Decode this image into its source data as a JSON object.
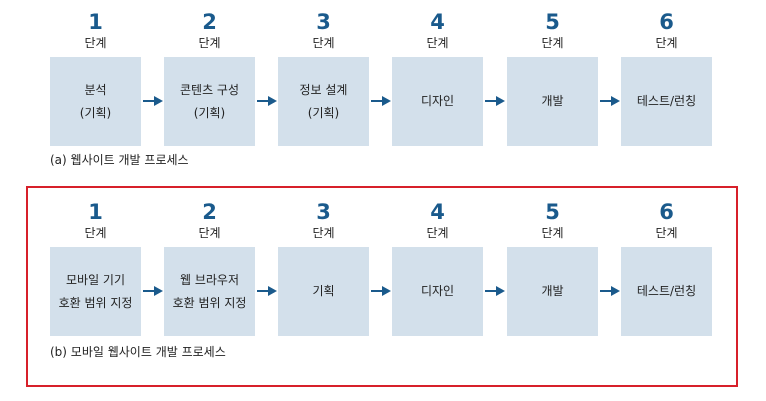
{
  "step_word": "단계",
  "diagrams": [
    {
      "caption": "(a) 웹사이트 개발 프로세스",
      "steps": [
        {
          "number": "1",
          "lines": [
            "분석",
            "(기획)"
          ]
        },
        {
          "number": "2",
          "lines": [
            "콘텐츠 구성",
            "(기획)"
          ]
        },
        {
          "number": "3",
          "lines": [
            "정보 설계",
            "(기획)"
          ]
        },
        {
          "number": "4",
          "lines": [
            "디자인"
          ]
        },
        {
          "number": "5",
          "lines": [
            "개발"
          ]
        },
        {
          "number": "6",
          "lines": [
            "테스트/런칭"
          ]
        }
      ]
    },
    {
      "caption": "(b) 모바일 웹사이트 개발 프로세스",
      "steps": [
        {
          "number": "1",
          "lines": [
            "모바일 기기",
            "호환 범위 지정"
          ]
        },
        {
          "number": "2",
          "lines": [
            "웹 브라우저",
            "호환 범위 지정"
          ]
        },
        {
          "number": "3",
          "lines": [
            "기획"
          ]
        },
        {
          "number": "4",
          "lines": [
            "디자인"
          ]
        },
        {
          "number": "5",
          "lines": [
            "개발"
          ]
        },
        {
          "number": "6",
          "lines": [
            "테스트/런칭"
          ]
        }
      ]
    }
  ],
  "colors": {
    "box_fill": "#d3e0eb",
    "number": "#1a5a8c",
    "arrow": "#1a5a8c",
    "highlight_border": "#d7202a"
  }
}
